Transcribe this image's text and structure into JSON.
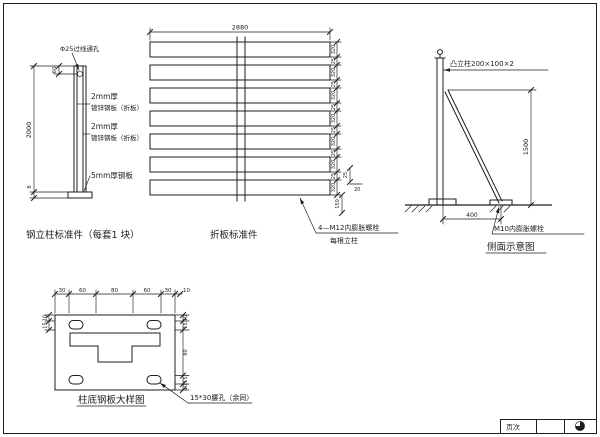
{
  "title_block": {
    "page_label": "页次"
  },
  "post_detail": {
    "caption": "钢立柱标准件（每套1 块）",
    "hole_label": "Φ25过线通孔",
    "dim_total_height": "2000",
    "dim_hole_offset": "60",
    "dim_base_thickness": "8",
    "outer_plate_thickness": "2mm厚",
    "outer_plate_material": "镀锌钢板（折板）",
    "inner_plate_thickness": "2mm厚",
    "inner_plate_material": "镀锌钢板（折板）",
    "base_plate_label": "5mm厚钢板"
  },
  "panel_detail": {
    "caption": "折板标准件",
    "dim_width": "2880",
    "right_chain": [
      "320",
      "25",
      "320",
      "25",
      "320",
      "25",
      "320",
      "25",
      "320",
      "25",
      "320",
      "25",
      "320"
    ],
    "fold_dim_lip": "25",
    "fold_dim_depth": "20",
    "dim_bottom_gap": "150",
    "anchor_note": "4—M12内膨胀螺栓",
    "anchor_note_sub": "每根立柱"
  },
  "side_view": {
    "caption": "侧面示意图",
    "post_label": "凸立柱200×100×2",
    "dim_brace_height": "1500",
    "dim_base_depth": "400",
    "anchor_label": "M10内膨胀螺栓"
  },
  "base_plate": {
    "caption": "柱底钢板大样图",
    "top_chain": [
      "30",
      "60",
      "80",
      "60",
      "30"
    ],
    "top_chain_extra": "10",
    "left_chain": [
      "10",
      "15"
    ],
    "right_chain": [
      "10",
      "15",
      "80",
      "15",
      "10"
    ],
    "slot_note": "15*30腰孔（余同）"
  }
}
